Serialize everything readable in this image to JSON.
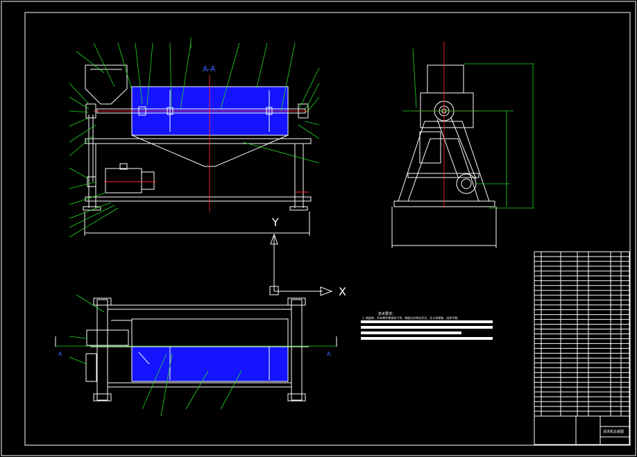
{
  "drawing": {
    "section_label": "A-A",
    "axis_y": "Y",
    "axis_x": "X",
    "section_mark_left": "A",
    "section_mark_right": "A",
    "notes_title": "技术要求：",
    "note_1": "1. 装配前，所有零件需清洗干净，装配后应转动灵活，无卡滞现象，运转平稳。",
    "title_block_name": "清洗机总装图"
  },
  "colors": {
    "background": "#000000",
    "line": "#ffffff",
    "leader": "#22dd22",
    "centerline": "#ff2a2a",
    "tank_fill": "#1414ff"
  }
}
